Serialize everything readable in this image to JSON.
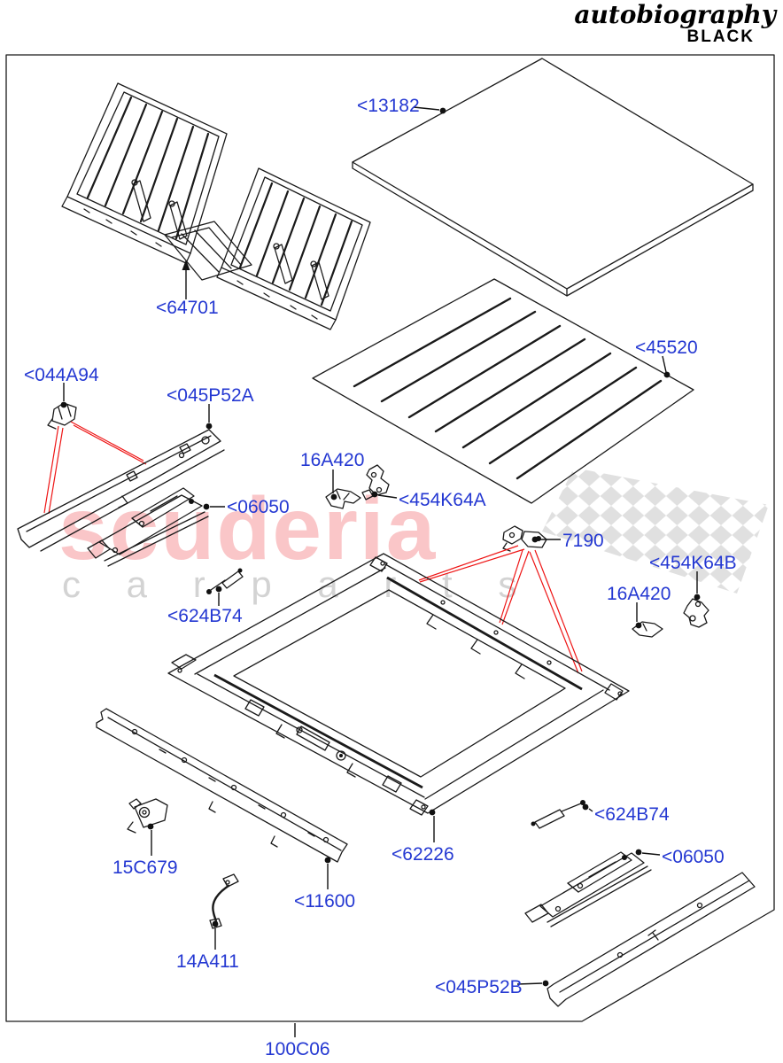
{
  "brand": {
    "script": "autobiography",
    "edition": "BLACK"
  },
  "watermark": {
    "title": "scuderia",
    "subtitle": "c a r  p a r t s"
  },
  "colors": {
    "label_blue": "#2438d2",
    "line_black": "#1a1a1a",
    "callout_red": "#ee1515",
    "watermark_pink": "rgba(237,28,36,0.25)",
    "flag_gray": "#dcdcdc"
  },
  "parts": [
    {
      "code": "<13182",
      "clickable": true
    },
    {
      "code": "<64701",
      "clickable": true
    },
    {
      "code": "<45520",
      "clickable": true
    },
    {
      "code": "<044A94",
      "clickable": true
    },
    {
      "code": "<045P52A",
      "clickable": true
    },
    {
      "code": "16A420",
      "clickable": false
    },
    {
      "code": "<454K64A",
      "clickable": true
    },
    {
      "code": "<06050",
      "clickable": true
    },
    {
      "code": "7190",
      "clickable": false
    },
    {
      "code": "<454K64B",
      "clickable": true
    },
    {
      "code": "16A420",
      "clickable": false
    },
    {
      "code": "<624B74",
      "clickable": true
    },
    {
      "code": "<62226",
      "clickable": true
    },
    {
      "code": "<624B74",
      "clickable": true
    },
    {
      "code": "<06050",
      "clickable": true
    },
    {
      "code": "15C679",
      "clickable": false
    },
    {
      "code": "<11600",
      "clickable": true
    },
    {
      "code": "14A411",
      "clickable": false
    },
    {
      "code": "<045P52B",
      "clickable": true
    },
    {
      "code": "100C06",
      "clickable": false
    }
  ]
}
